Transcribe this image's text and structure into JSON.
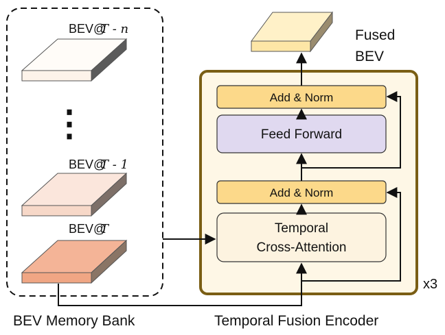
{
  "colors": {
    "slab_n_top": "#fffcf8",
    "slab_n_front": "#fdf3ea",
    "slab_1_top": "#fbe6dc",
    "slab_1_front": "#f7d8c8",
    "slab_t_top": "#f4b497",
    "slab_t_front": "#f0a684",
    "slab_t_side": "#8a7566",
    "slab_fused_top": "#fff1c8",
    "slab_fused_front": "#fde6a6",
    "slab_fused_side": "#9a8c6f",
    "encoder_border": "#7a5e14",
    "encoder_fill": "#fef7e6",
    "add_norm_fill": "#fcd98a",
    "feed_forward_fill": "#e0d9f0",
    "cross_attn_fill": "#fdf3e0"
  },
  "memory_bank": {
    "label": "BEV Memory Bank",
    "frame_n_label": {
      "prefix": "BEV@",
      "math": "T - n"
    },
    "frame_1_label": {
      "prefix": "BEV@",
      "math": "T - 1"
    },
    "frame_t_label": {
      "prefix": "BEV@",
      "math": "T"
    },
    "ellipsis": "⋮"
  },
  "encoder": {
    "label": "Temporal Fusion Encoder",
    "repeat": "x3",
    "add_norm_top": "Add & Norm",
    "feed_forward": "Feed Forward",
    "add_norm_bottom": "Add & Norm",
    "cross_attention_line1": "Temporal",
    "cross_attention_line2": "Cross-Attention"
  },
  "output": {
    "line1": "Fused",
    "line2": "BEV"
  }
}
